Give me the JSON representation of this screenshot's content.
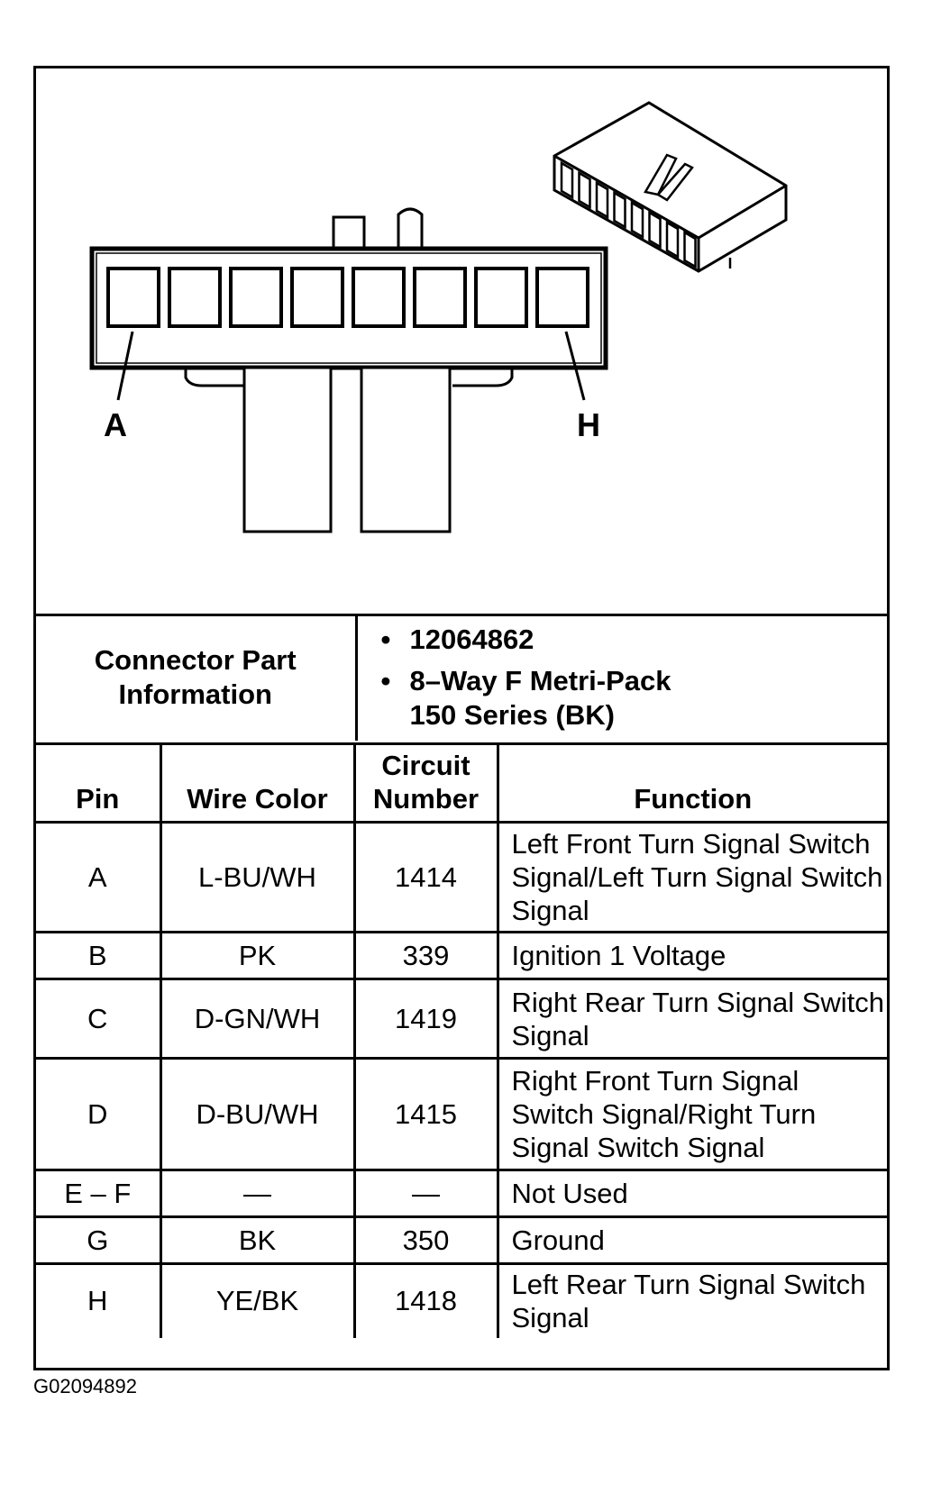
{
  "diagram": {
    "pin_first_label": "A",
    "pin_last_label": "H",
    "cavity_count": 8
  },
  "part_info": {
    "label": "Connector Part Information",
    "items": [
      "12064862",
      "8–Way F Metri-Pack 150 Series (BK)"
    ]
  },
  "pin_table": {
    "headers": {
      "pin": "Pin",
      "wire_color": "Wire Color",
      "circuit_number": "Circuit Number",
      "function": "Function"
    },
    "rows": [
      {
        "pin": "A",
        "wire_color": "L-BU/WH",
        "circuit": "1414",
        "function": "Left Front Turn Signal Switch Signal/Left Turn Signal Switch Signal"
      },
      {
        "pin": "B",
        "wire_color": "PK",
        "circuit": "339",
        "function": "Ignition 1 Voltage"
      },
      {
        "pin": "C",
        "wire_color": "D-GN/WH",
        "circuit": "1419",
        "function": "Right Rear Turn Signal Switch Signal"
      },
      {
        "pin": "D",
        "wire_color": "D-BU/WH",
        "circuit": "1415",
        "function": "Right Front Turn Signal Switch Signal/Right Turn Signal Switch Signal"
      },
      {
        "pin": "E – F",
        "wire_color": "—",
        "circuit": "—",
        "function": "Not Used"
      },
      {
        "pin": "G",
        "wire_color": "BK",
        "circuit": "350",
        "function": "Ground"
      },
      {
        "pin": "H",
        "wire_color": "YE/BK",
        "circuit": "1418",
        "function": "Left Rear Turn Signal Switch Signal"
      }
    ]
  },
  "caption": "G02094892"
}
